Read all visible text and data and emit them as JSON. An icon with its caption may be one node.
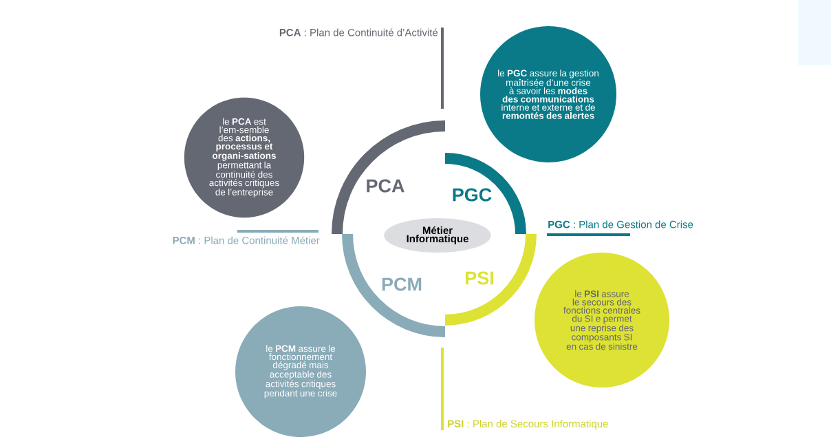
{
  "diagram": {
    "nodes": [
      {
        "text": [
          "le **PCA** est l’em-semble des **actions, processus et organi-sations** permettant la continuité des activités critiques de l’entreprise"
        ]
      },
      {
        "text": [
          "le **PGC** assure la gestion maîtrisée d’une crise à savoir les **modes des communications** interne et externe et de **remontés des alertes**"
        ]
      },
      {
        "text": [
          "Métier Informatique"
        ]
      },
      {
        "text": [
          "le **PCM** assure le fonctionnement dégradé mais acceptable des activités critiques pendant une crise"
        ]
      },
      {
        "text": [
          "le **PSI** assure le secours des fonctions centrales du SI e permet une reprise des composants SI en cas de sinistre"
        ]
      }
    ],
    "labels": [
      "**PCA** : Plan de Continuité d’Activité",
      "PCA",
      "PGC",
      "**PGC** : Plan de Gestion de Crise",
      "**PCM** : Plan de Continuité Métier",
      "PCM",
      "PSI",
      "**PSI** : Plan de Secours Informatique"
    ]
  }
}
